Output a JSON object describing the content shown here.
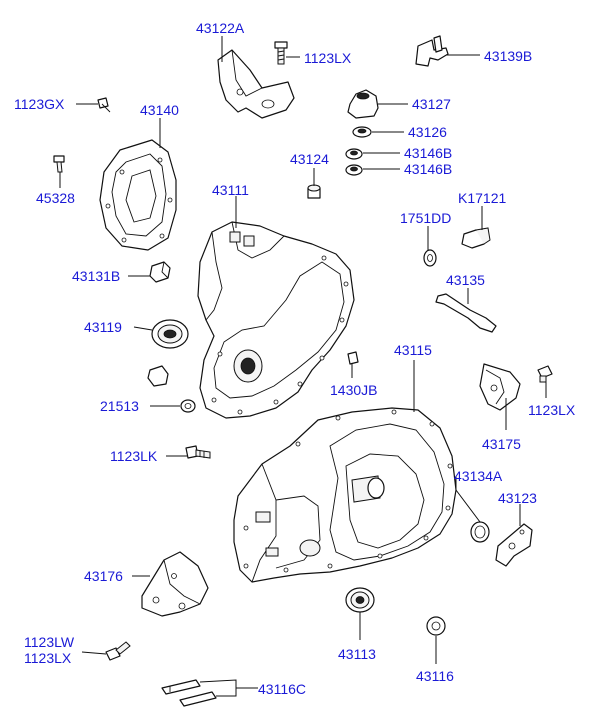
{
  "parts": {
    "p43122A": "43122A",
    "p1123LX_top": "1123LX",
    "p43139B": "43139B",
    "p1123GX": "1123GX",
    "p43140": "43140",
    "p43127": "43127",
    "p43126": "43126",
    "p43146B_1": "43146B",
    "p43146B_2": "43146B",
    "p43124": "43124",
    "p45328": "45328",
    "p43111": "43111",
    "pK17121": "K17121",
    "p1751DD": "1751DD",
    "p43131B": "43131B",
    "p43135": "43135",
    "p43119": "43119",
    "p43115": "43115",
    "p1430JB": "1430JB",
    "p21513": "21513",
    "p1123LX_right": "1123LX",
    "p43175": "43175",
    "p1123LK": "1123LK",
    "p43134A": "43134A",
    "p43123": "43123",
    "p43176": "43176",
    "p1123LW": "1123LW",
    "p1123LX_bottom": "1123LX",
    "p43113": "43113",
    "p43116": "43116",
    "p43116C": "43116C"
  },
  "colors": {
    "label": "#1a1ad6",
    "line": "#111111",
    "background": "#ffffff"
  }
}
